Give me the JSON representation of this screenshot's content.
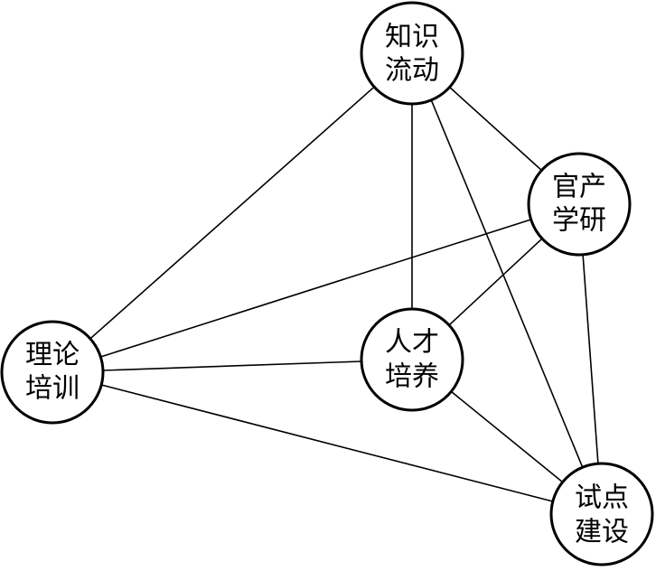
{
  "nodes": [
    {
      "id": "knowledge",
      "line1": "知识",
      "line2": "流动"
    },
    {
      "id": "gcy",
      "line1": "官产",
      "line2": "学研"
    },
    {
      "id": "theory",
      "line1": "理论",
      "line2": "培训"
    },
    {
      "id": "talent",
      "line1": "人才",
      "line2": "培养"
    },
    {
      "id": "pilot",
      "line1": "试点",
      "line2": "建设"
    }
  ],
  "edges": [
    [
      "knowledge",
      "theory"
    ],
    [
      "knowledge",
      "talent"
    ],
    [
      "knowledge",
      "gcy"
    ],
    [
      "knowledge",
      "pilot"
    ],
    [
      "gcy",
      "theory"
    ],
    [
      "gcy",
      "talent"
    ],
    [
      "gcy",
      "pilot"
    ],
    [
      "theory",
      "talent"
    ],
    [
      "theory",
      "pilot"
    ],
    [
      "talent",
      "pilot"
    ]
  ],
  "colors": {
    "stroke": "#000000",
    "fill": "#ffffff"
  }
}
